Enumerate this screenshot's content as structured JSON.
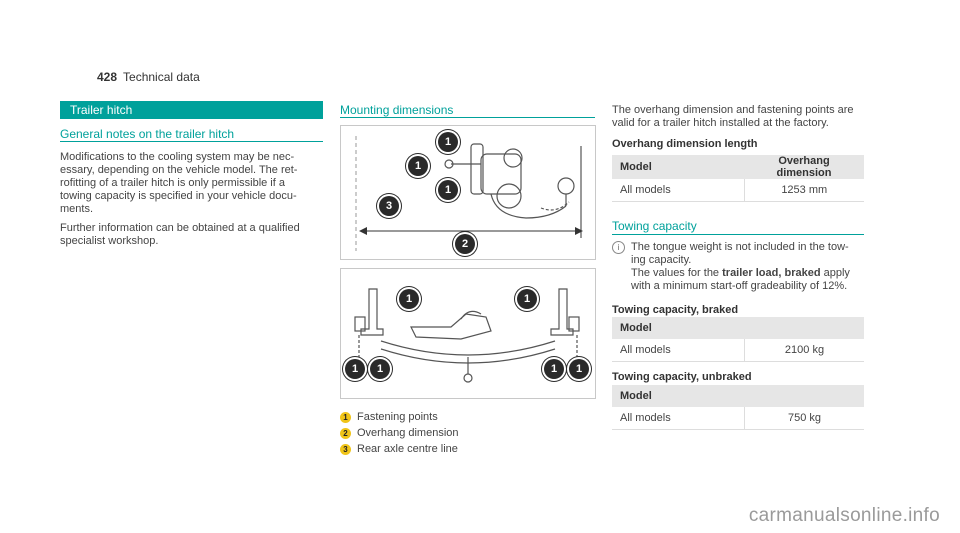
{
  "header": {
    "page_number": "428",
    "section": "Technical data"
  },
  "col1": {
    "title_bar": "Trailer hitch",
    "section_title": "General notes on the trailer hitch",
    "para1": "Modifications to the cooling system may be nec-essary, depending on the vehicle model. The ret-rofitting of a trailer hitch is only permissible if a towing capacity is specified in your vehicle docu-ments.",
    "para1_lines": [
      "Modifications to the cooling system may be nec-",
      "essary, depending on the vehicle model. The ret-",
      "rofitting of a trailer hitch is only permissible if a",
      "towing capacity is specified in your vehicle docu-",
      "ments."
    ],
    "para2_lines": [
      "Further information can be obtained at a qualified",
      "specialist workshop."
    ]
  },
  "col2": {
    "section_title": "Mounting dimensions",
    "callouts": {
      "one": "1",
      "two": "2",
      "three": "3"
    },
    "legend": [
      {
        "num": "1",
        "label": "Fastening points"
      },
      {
        "num": "2",
        "label": "Overhang dimension"
      },
      {
        "num": "3",
        "label": "Rear axle centre line"
      }
    ]
  },
  "col3": {
    "intro_lines": [
      "The overhang dimension and fastening points are",
      "valid for a trailer hitch installed at the factory."
    ],
    "overhang_title": "Overhang dimension length",
    "overhang_table": {
      "headers": [
        "Model",
        "Overhang dimension"
      ],
      "rows": [
        [
          "All models",
          "1253 mm"
        ]
      ]
    },
    "towing_section_title": "Towing capacity",
    "note_icon": "i",
    "note_lines": [
      "The tongue weight is not included in the tow-",
      "ing capacity.",
      "The values for the",
      "trailer load, braked",
      "apply",
      "with a minimum start-off gradeability of 12%."
    ],
    "braked_title": "Towing capacity, braked",
    "braked_table": {
      "headers": [
        "Model"
      ],
      "rows": [
        [
          "All models",
          "2100 kg"
        ]
      ]
    },
    "unbraked_title": "Towing capacity, unbraked",
    "unbraked_table": {
      "headers": [
        "Model"
      ],
      "rows": [
        [
          "All models",
          "750 kg"
        ]
      ]
    }
  },
  "watermark": "carmanualsonline.info"
}
